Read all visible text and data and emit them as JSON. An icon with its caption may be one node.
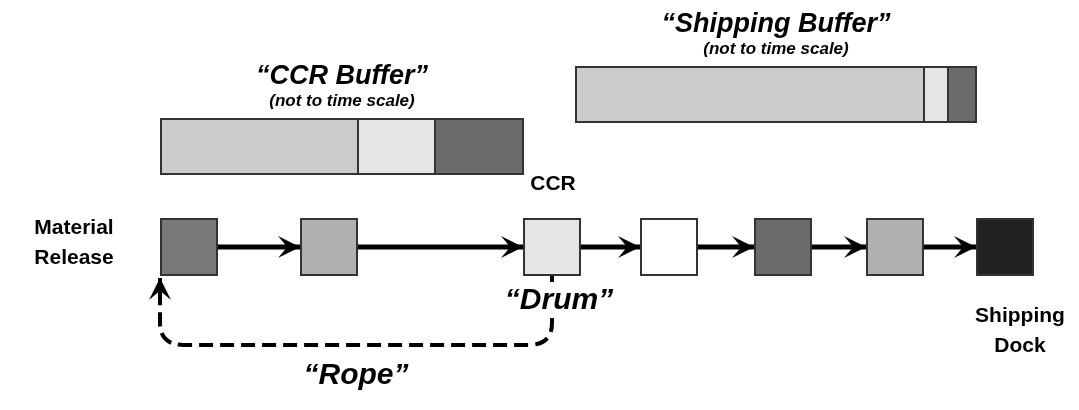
{
  "diagram": {
    "nodes": [
      {
        "text": [
          "“CCR Buffer”",
          "(not to time scale)"
        ],
        "beside": [
          "CCR"
        ]
      },
      {
        "text": [
          "“Shipping Buffer”",
          "(not to time scale)"
        ]
      },
      {
        "text": [],
        "shape": "box",
        "beside": [
          "Material Release"
        ]
      },
      {
        "text": [],
        "shape": "box"
      },
      {
        "text": [],
        "shape": "box",
        "beside": [
          "“Drum”"
        ]
      },
      {
        "text": [],
        "shape": "box"
      },
      {
        "text": [],
        "shape": "box"
      },
      {
        "text": [],
        "shape": "box"
      },
      {
        "text": [],
        "shape": "box",
        "beside": [
          "Shipping Dock"
        ]
      }
    ],
    "edges": [
      {
        "from": 2,
        "to": 3,
        "arrow": "to"
      },
      {
        "from": 3,
        "to": 4,
        "arrow": "to"
      },
      {
        "from": 4,
        "to": 5,
        "arrow": "to"
      },
      {
        "from": 5,
        "to": 6,
        "arrow": "to"
      },
      {
        "from": 6,
        "to": 7,
        "arrow": "to"
      },
      {
        "from": 7,
        "to": 8,
        "arrow": "to"
      },
      {
        "from": 4,
        "to": 2,
        "arrow": "to",
        "style": "dashed",
        "label": "“Rope”"
      }
    ]
  }
}
